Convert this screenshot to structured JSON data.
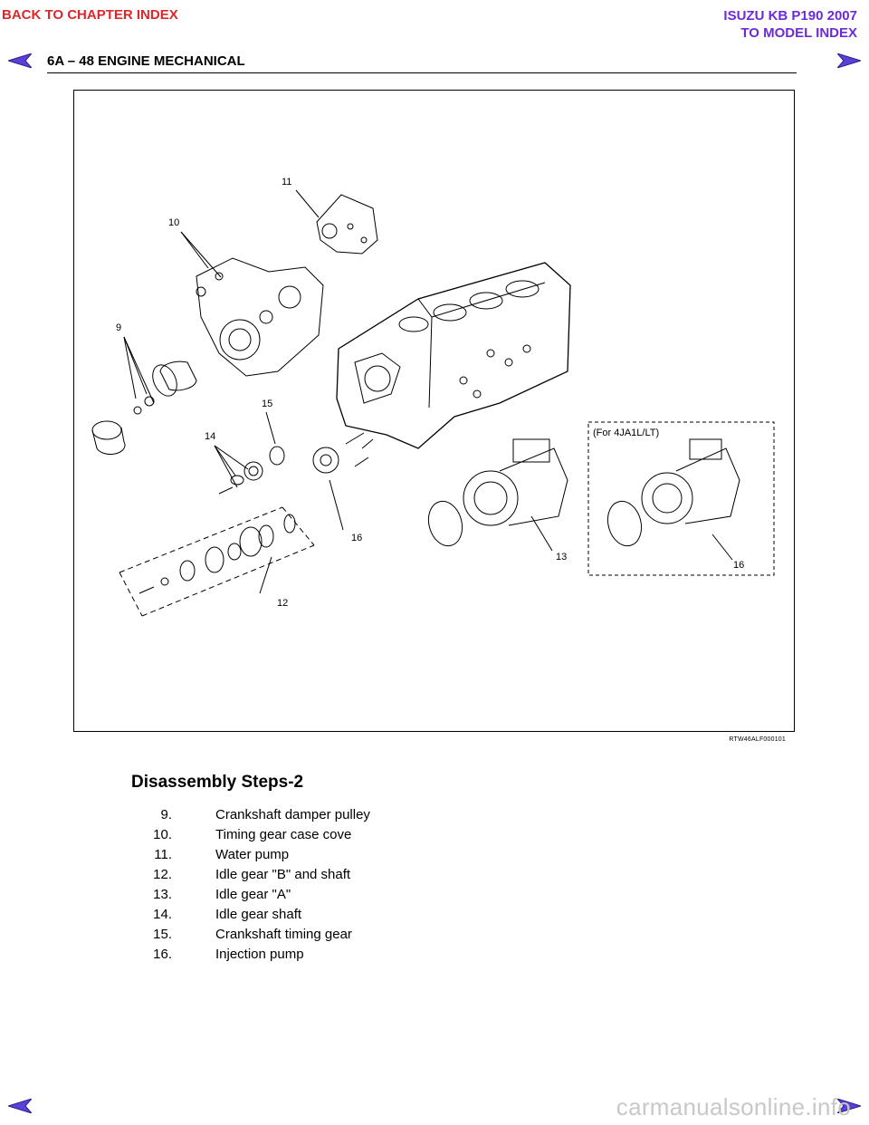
{
  "links": {
    "back_chapter": "BACK TO CHAPTER INDEX",
    "model_title": "ISUZU KB P190 2007",
    "to_model": "TO MODEL INDEX"
  },
  "header": {
    "title": "6A – 48  ENGINE MECHANICAL"
  },
  "figure": {
    "callouts": [
      "9",
      "10",
      "11",
      "12",
      "13",
      "14",
      "15",
      "16",
      "16"
    ],
    "inset_label": "(For 4JA1L/LT)",
    "code": "RTW46ALF000101"
  },
  "section": {
    "title": "Disassembly Steps-2",
    "steps": [
      {
        "num": "9.",
        "text": "Crankshaft damper pulley"
      },
      {
        "num": "10.",
        "text": "Timing gear case cove"
      },
      {
        "num": "11.",
        "text": "Water pump"
      },
      {
        "num": "12.",
        "text": "Idle gear \"B\" and shaft"
      },
      {
        "num": "13.",
        "text": "Idle gear \"A\""
      },
      {
        "num": "14.",
        "text": "Idle gear shaft"
      },
      {
        "num": "15.",
        "text": "Crankshaft timing gear"
      },
      {
        "num": "16.",
        "text": "Injection pump"
      }
    ]
  },
  "footer": {
    "brand": "carmanualsonline.info"
  },
  "colors": {
    "back_link": "#e0262a",
    "model_link": "#6b2bd9",
    "arrow": "#5b3fd6"
  },
  "icons": {
    "prev": "arrow-left-icon",
    "next": "arrow-right-icon"
  }
}
